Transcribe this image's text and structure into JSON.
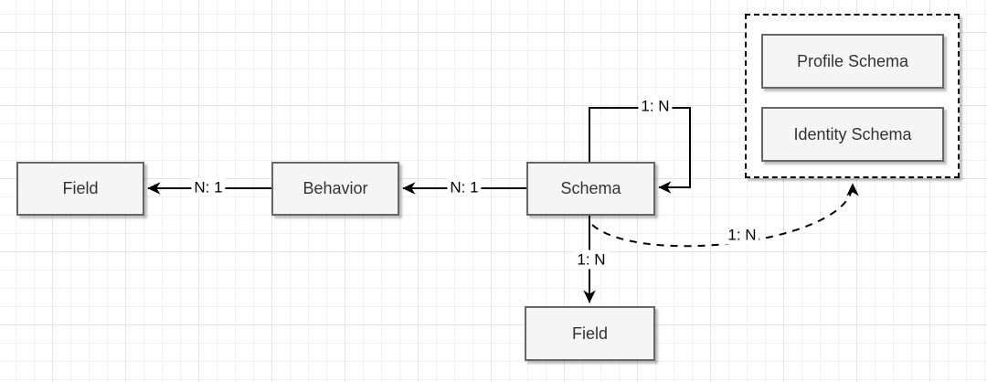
{
  "canvas": {
    "background": "#ffffff",
    "grid_minor_color": "#f1f1f1",
    "grid_major_color": "#e3e3e3",
    "grid_minor_step": 20,
    "grid_major_step": 80
  },
  "diagram": {
    "nodes": [
      {
        "id": "field-left",
        "label": "Field"
      },
      {
        "id": "behavior",
        "label": "Behavior"
      },
      {
        "id": "schema",
        "label": "Schema"
      },
      {
        "id": "field-bottom",
        "label": "Field"
      },
      {
        "id": "profile-schema",
        "label": "Profile Schema"
      },
      {
        "id": "identity-schema",
        "label": "Identity Schema"
      }
    ],
    "groups": [
      {
        "id": "schema-classes-group",
        "style": "dashed",
        "children": [
          "profile-schema",
          "identity-schema"
        ]
      }
    ],
    "edges": [
      {
        "from": "behavior",
        "to": "field-left",
        "label": "N: 1",
        "style": "solid"
      },
      {
        "from": "schema",
        "to": "behavior",
        "label": "N: 1",
        "style": "solid"
      },
      {
        "from": "schema",
        "to": "schema",
        "label": "1: N",
        "style": "solid"
      },
      {
        "from": "schema",
        "to": "field-bottom",
        "label": "1: N",
        "style": "solid"
      },
      {
        "from": "schema",
        "to": "schema-classes-group",
        "label": "1: N",
        "style": "dashed"
      }
    ],
    "colors": {
      "node_fill": "#f5f5f5",
      "node_border": "#666666",
      "edge_stroke": "#000000",
      "node_text": "#333333",
      "edge_text": "#000000"
    }
  }
}
